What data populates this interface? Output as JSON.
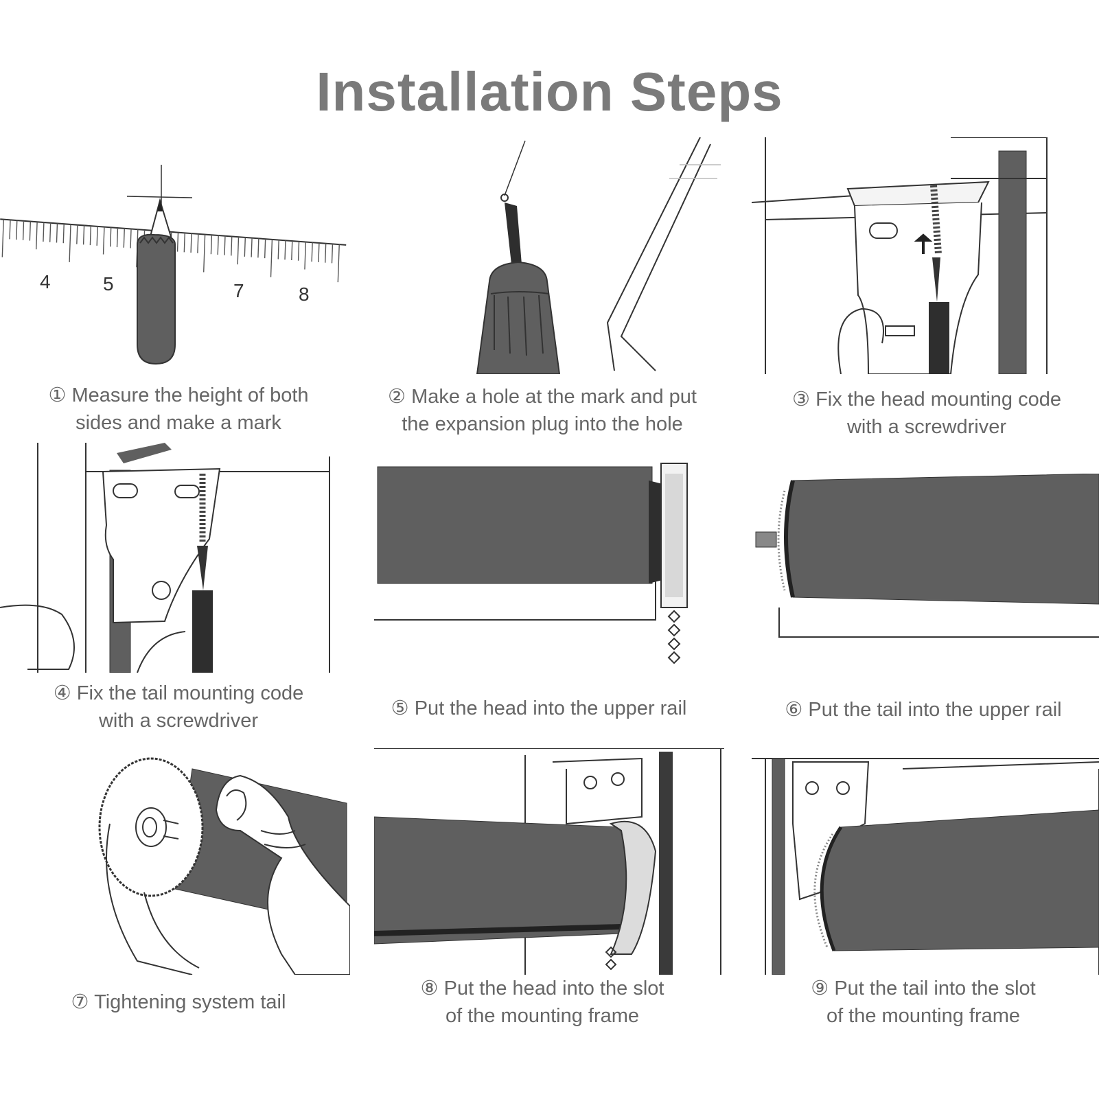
{
  "title": "Installation Steps",
  "ruler": {
    "numbers": [
      "4",
      "5",
      "7",
      "8"
    ]
  },
  "steps": [
    {
      "lines": [
        "① Measure the height of both",
        "sides and make a mark"
      ]
    },
    {
      "lines": [
        "② Make a hole at the mark and put",
        "the expansion plug into the hole"
      ]
    },
    {
      "lines": [
        "③ Fix the head mounting code",
        "with a screwdriver"
      ]
    },
    {
      "lines": [
        "④ Fix the tail mounting code",
        "with a screwdriver"
      ]
    },
    {
      "lines": [
        "⑤ Put the head into the upper rail"
      ]
    },
    {
      "lines": [
        "⑥ Put the tail into the upper rail"
      ]
    },
    {
      "lines": [
        "⑦ Tightening system tail"
      ]
    },
    {
      "lines": [
        "⑧ Put the head into the slot",
        "of the mounting frame"
      ]
    },
    {
      "lines": [
        "⑨ Put the tail into the slot",
        "of the mounting frame"
      ]
    }
  ],
  "colors": {
    "roller": "#5f5f5f",
    "dark": "#3a3a3a",
    "title": "#7a7a7a"
  }
}
